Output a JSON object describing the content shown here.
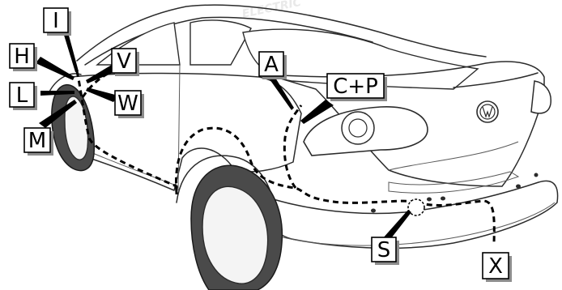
{
  "watermark": "ELECTRIC",
  "labels": {
    "I": "I",
    "H": "H",
    "V": "V",
    "L": "L",
    "W": "W",
    "M": "M",
    "A": "A",
    "CP": "C+P",
    "S": "S",
    "X": "X"
  }
}
